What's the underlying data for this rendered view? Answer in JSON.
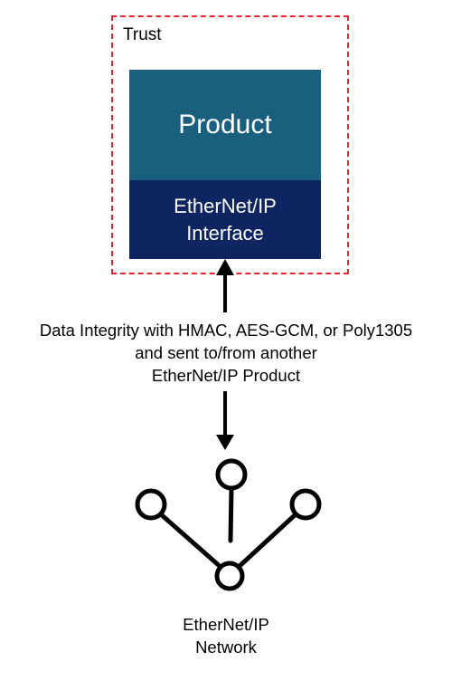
{
  "trust": {
    "label": "Trust",
    "border_color": "#e8262b"
  },
  "product": {
    "label": "Product",
    "color": "#1b5f7f"
  },
  "interface": {
    "line1": "EtherNet/IP",
    "line2": "Interface",
    "color": "#0e2561"
  },
  "connection": {
    "line1": "Data Integrity with HMAC, AES-GCM, or Poly1305",
    "line2": "and sent to/from another",
    "line3": "EtherNet/IP Product",
    "direction": "bidirectional"
  },
  "network": {
    "icon": "network-node-icon",
    "line1": "EtherNet/IP",
    "line2": "Network"
  }
}
